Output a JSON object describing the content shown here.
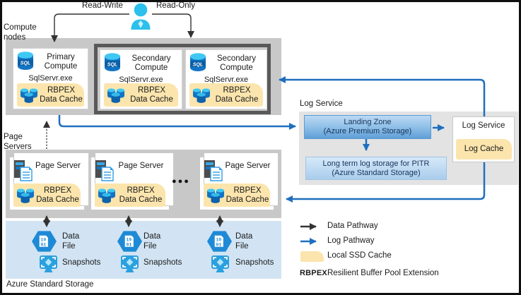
{
  "labels": {
    "read_write": "Read-Write",
    "read_only": "Read-Only",
    "compute_nodes": "Compute nodes",
    "page_servers": "Page Servers",
    "azure_standard_storage": "Azure Standard Storage",
    "log_service_group": "Log Service",
    "ellipsis": "●●●"
  },
  "compute_boxes": [
    {
      "title": "Primary Compute",
      "process": "SqlServr.exe",
      "cache_line1": "RBPEX",
      "cache_line2": "Data Cache"
    },
    {
      "title": "Secondary Compute",
      "process": "SqlServr.exe",
      "cache_line1": "RBPEX",
      "cache_line2": "Data Cache"
    },
    {
      "title": "Secondary Compute",
      "process": "SqlServr.exe",
      "cache_line1": "RBPEX",
      "cache_line2": "Data Cache"
    }
  ],
  "page_server_boxes": [
    {
      "title": "Page Server",
      "cache_line1": "RBPEX",
      "cache_line2": "Data Cache"
    },
    {
      "title": "Page Server",
      "cache_line1": "RBPEX",
      "cache_line2": "Data Cache"
    },
    {
      "title": "Page Server",
      "cache_line1": "RBPEX",
      "cache_line2": "Data Cache"
    }
  ],
  "storage_groups": [
    {
      "file": "Data File",
      "snapshots": "Snapshots"
    },
    {
      "file": "Data File",
      "snapshots": "Snapshots"
    },
    {
      "file": "Data File",
      "snapshots": "Snapshots"
    }
  ],
  "log_service": {
    "landing_line1": "Landing Zone",
    "landing_line2": "(Azure Premium Storage)",
    "longterm_line1": "Long term log storage for PITR",
    "longterm_line2": "(Azure Standard Storage)",
    "box_title": "Log Service",
    "cache": "Log Cache"
  },
  "legend": {
    "data_pathway": "Data Pathway",
    "log_pathway": "Log Pathway",
    "local_ssd_cache": "Local SSD Cache",
    "rbpex_abbr": "RBPEX",
    "rbpex_full": "Resilient Buffer Pool Extension"
  },
  "colors": {
    "log_pathway_blue": "#1f6fbf",
    "data_pathway_black": "#333333",
    "ssd_cache_yellow": "#fbe5ad",
    "container_gray": "#c8c8c8",
    "log_container_gray": "#e3e3e3",
    "storage_blue_bg": "#d2e4f3",
    "dark_group_border": "#595959",
    "azure_icon_blue": "#1e8ad6",
    "user_icon_cyan": "#2cc0ec"
  }
}
